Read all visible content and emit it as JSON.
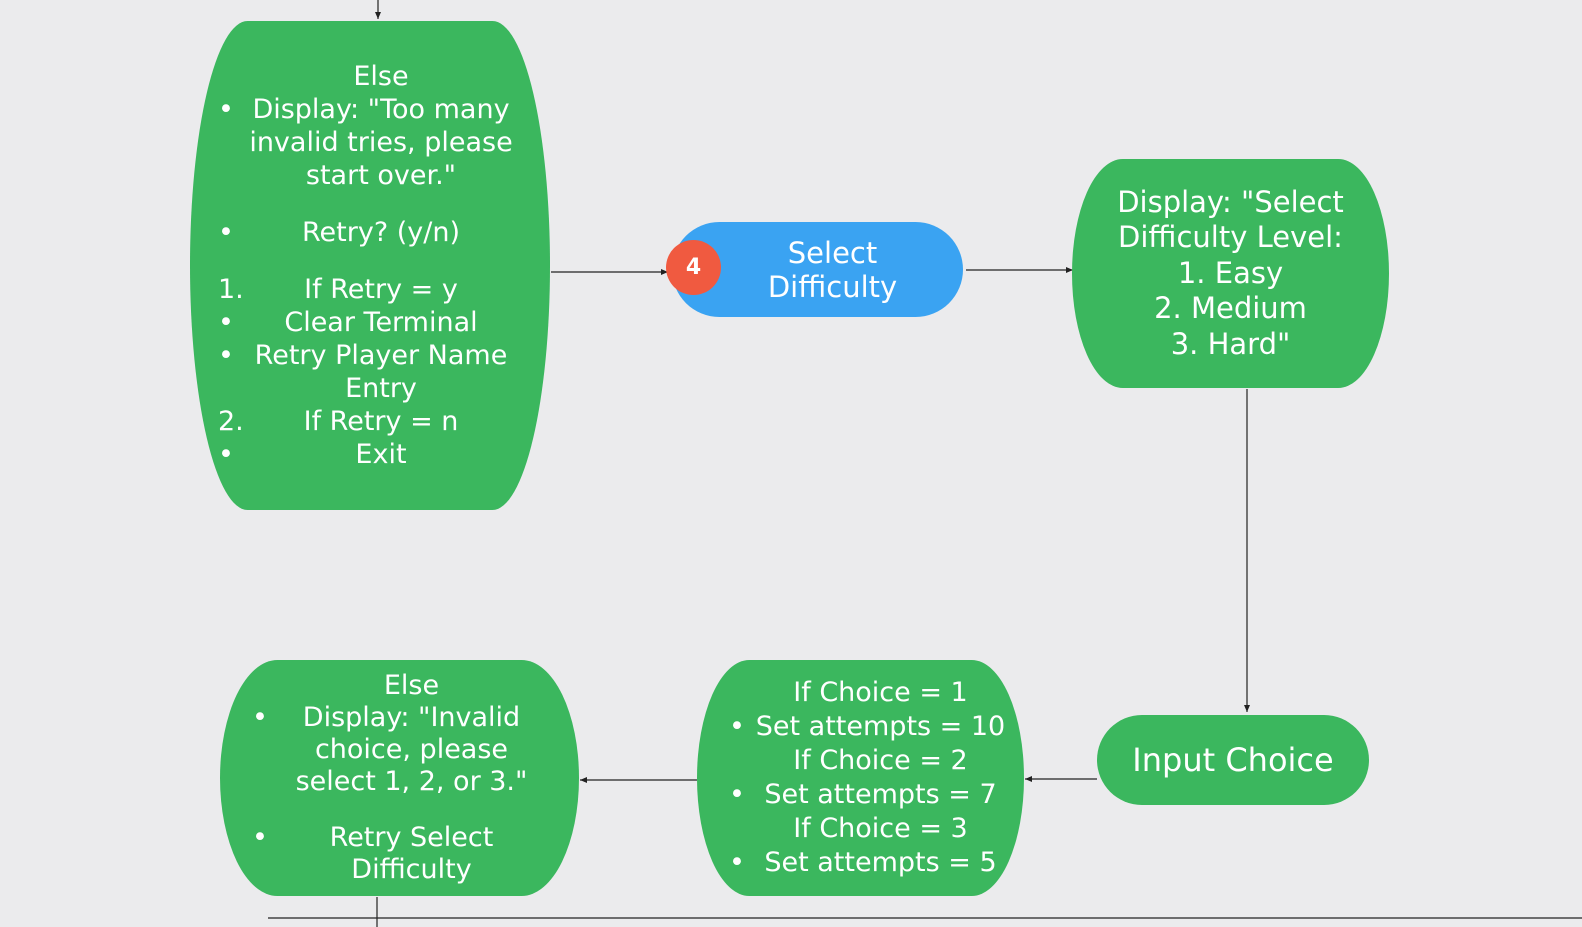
{
  "nodes": {
    "else_retry": {
      "lines": [
        {
          "kind": "text",
          "text": "Else"
        },
        {
          "kind": "bullet",
          "text": "Display: \"Too many"
        },
        {
          "kind": "cont",
          "text": "invalid tries, please"
        },
        {
          "kind": "cont",
          "text": "start over.\""
        },
        {
          "kind": "gap",
          "text": ""
        },
        {
          "kind": "bullet",
          "text": "Retry? (y/n)"
        },
        {
          "kind": "gap",
          "text": ""
        },
        {
          "kind": "num",
          "marker": "1.",
          "text": "If Retry = y"
        },
        {
          "kind": "bullet",
          "text": "Clear Terminal"
        },
        {
          "kind": "bullet",
          "text": "Retry Player Name"
        },
        {
          "kind": "cont",
          "text": "Entry"
        },
        {
          "kind": "num",
          "marker": "2.",
          "text": "If Retry = n"
        },
        {
          "kind": "bullet",
          "text": "Exit"
        }
      ]
    },
    "select_difficulty": {
      "step": "4",
      "lines": [
        "Select",
        "Difficulty"
      ]
    },
    "display_difficulty": {
      "lines": [
        "Display: \"Select",
        "Difficulty Level:",
        "1. Easy",
        "2. Medium",
        "3. Hard\""
      ]
    },
    "input_choice": {
      "label": "Input Choice"
    },
    "choice_branches": {
      "lines": [
        {
          "kind": "text",
          "text": "If Choice = 1"
        },
        {
          "kind": "bullet",
          "text": "Set attempts = 10"
        },
        {
          "kind": "text",
          "text": "If Choice = 2"
        },
        {
          "kind": "bullet",
          "text": "Set attempts = 7"
        },
        {
          "kind": "text",
          "text": "If Choice = 3"
        },
        {
          "kind": "bullet",
          "text": "Set attempts = 5"
        }
      ]
    },
    "else_invalid": {
      "lines": [
        {
          "kind": "text",
          "text": "Else"
        },
        {
          "kind": "bullet",
          "text": "Display: \"Invalid"
        },
        {
          "kind": "cont",
          "text": "choice, please"
        },
        {
          "kind": "cont",
          "text": "select 1, 2, or 3.\""
        },
        {
          "kind": "gap",
          "text": ""
        },
        {
          "kind": "bullet",
          "text": "Retry Select"
        },
        {
          "kind": "cont",
          "text": "Difficulty"
        }
      ]
    }
  },
  "bullet_glyph": "•",
  "colors": {
    "background": "#ebebed",
    "process_node": "#3bb75e",
    "start_node": "#3aa3f2",
    "step_badge": "#f05a40",
    "connector": "#222222"
  }
}
